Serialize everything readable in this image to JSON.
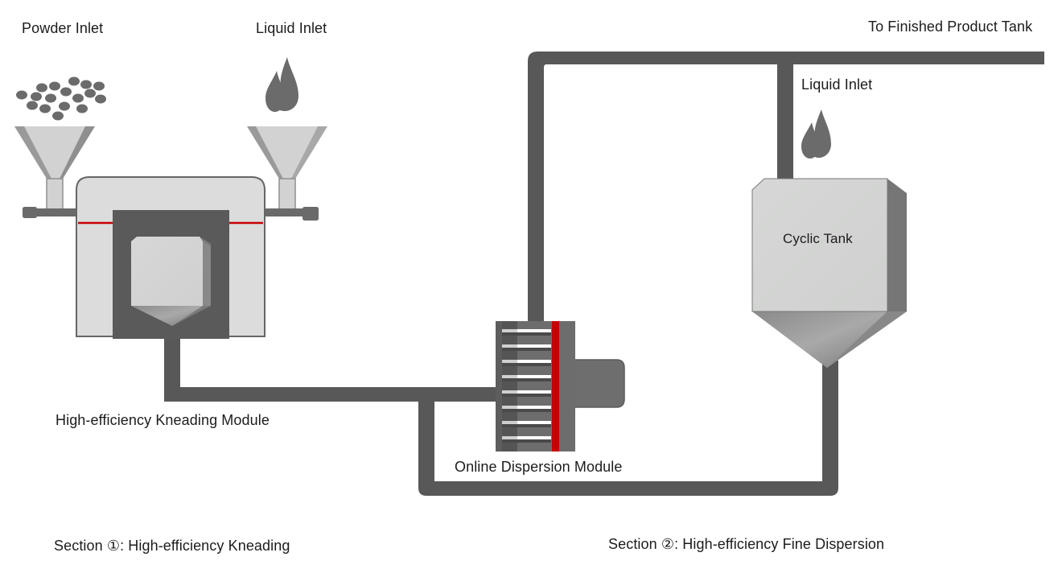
{
  "labels": {
    "powder_inlet": "Powder Inlet",
    "liquid_inlet_1": "Liquid Inlet",
    "finished_product": "To Finished Product Tank",
    "liquid_inlet_2": "Liquid Inlet",
    "cyclic_tank": "Cyclic Tank",
    "kneading_module": "High-efficiency Kneading Module",
    "dispersion_module": "Online Dispersion Module",
    "section_1": "Section ①: High-efficiency Kneading",
    "section_2": "Section ②: High-efficiency Fine Dispersion"
  },
  "colors": {
    "pipe": "#575857",
    "accent_red": "#c80000",
    "light_body": "#dcdcdc",
    "mid_gray": "#6e6e6e",
    "dark_frame": "#595a59"
  },
  "icons": {
    "powder": "powder-granules-icon",
    "liquid": "liquid-drops-icon"
  }
}
